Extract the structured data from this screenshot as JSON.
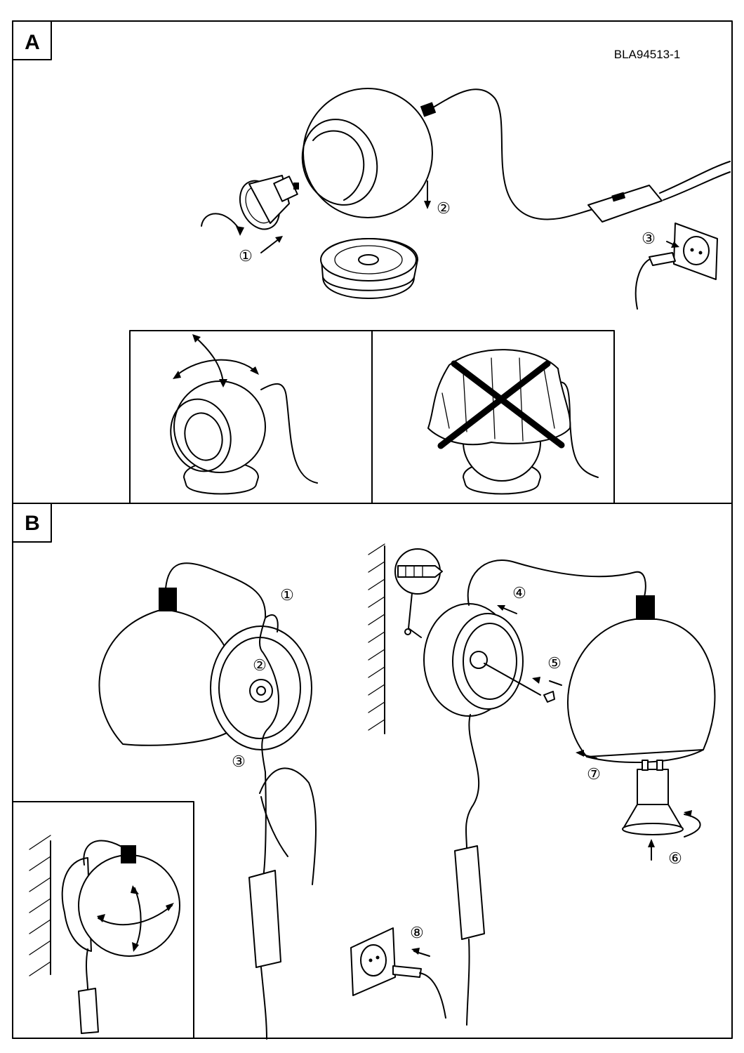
{
  "doc_code": "BLA94513-1",
  "sections": {
    "a": "A",
    "b": "B"
  },
  "steps_a": [
    "①",
    "②",
    "③"
  ],
  "steps_b": [
    "①",
    "②",
    "③",
    "④",
    "⑤",
    "⑥",
    "⑦",
    "⑧"
  ]
}
